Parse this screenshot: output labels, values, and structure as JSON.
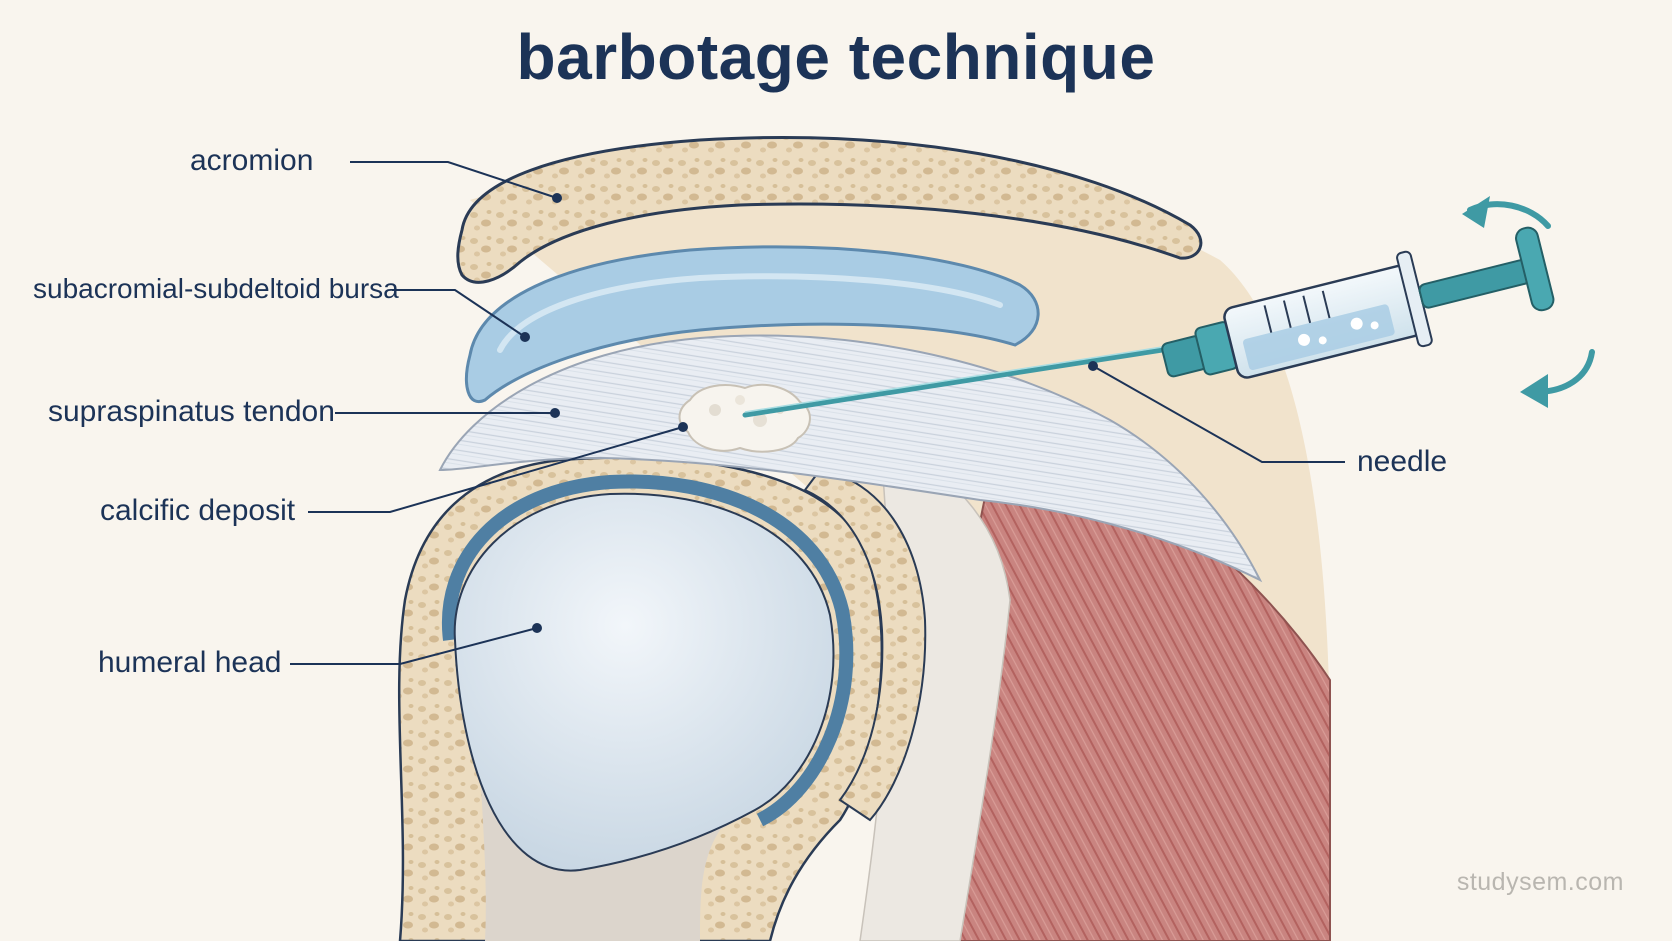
{
  "title": "barbotage technique",
  "labels": {
    "acromion": "acromion",
    "bursa": "subacromial-subdeltoid bursa",
    "tendon": "supraspinatus tendon",
    "calcific": "calcific deposit",
    "humeral": "humeral head",
    "needle": "needle"
  },
  "watermark": "studysem.com",
  "colors": {
    "ink": "#1c3357",
    "bone": "#ecdcc0",
    "bursa": "#a9cce4",
    "tendon": "#e9edf3",
    "muscle": "#c77d78",
    "cartilage": "#4f7fa3",
    "syringe": "#3f9aa4"
  }
}
